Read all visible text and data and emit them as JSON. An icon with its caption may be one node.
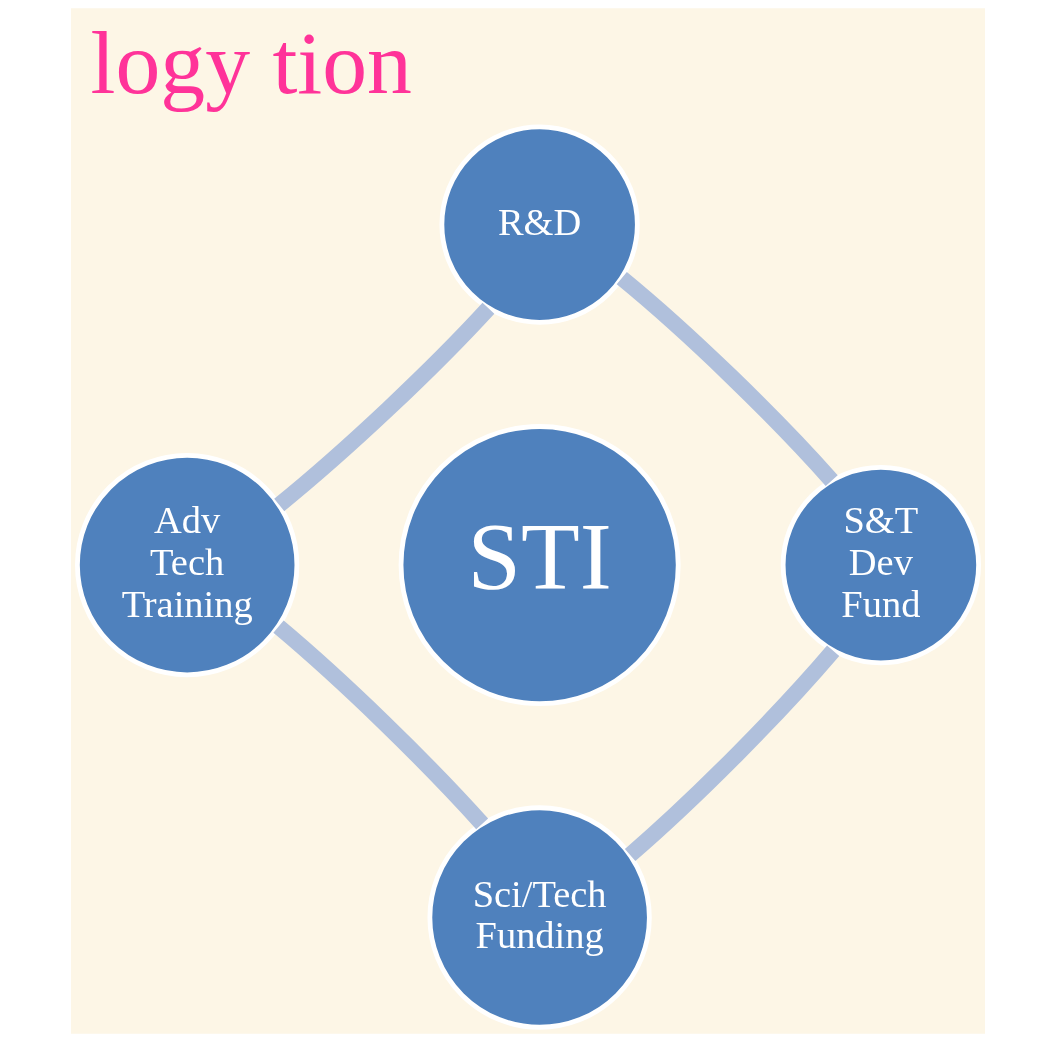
{
  "diagram": {
    "title": "logy tion",
    "nodes": [
      {
        "text": [
          "STI"
        ]
      },
      {
        "text": [
          "R&D"
        ]
      },
      {
        "text": [
          "S&T Dev Fund"
        ]
      },
      {
        "text": [
          "Sci/Tech Funding"
        ]
      },
      {
        "text": [
          "Adv Tech Training"
        ]
      }
    ],
    "edges": [
      {
        "from": 1,
        "to": 2,
        "arrow": "none"
      },
      {
        "from": 2,
        "to": 3,
        "arrow": "none"
      },
      {
        "from": 3,
        "to": 4,
        "arrow": "none"
      },
      {
        "from": 4,
        "to": 1,
        "arrow": "none"
      }
    ]
  }
}
